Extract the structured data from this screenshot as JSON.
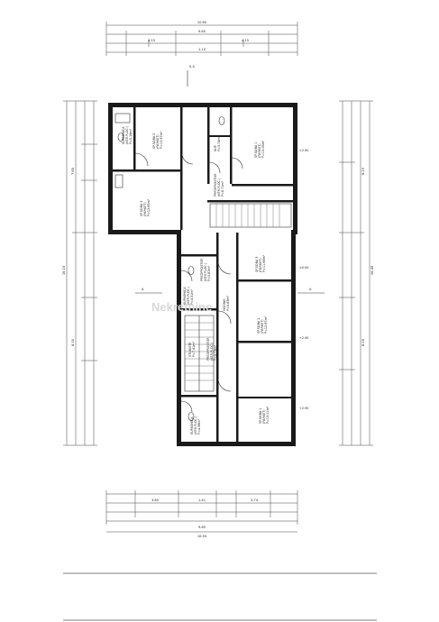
{
  "watermark": "Nekretnine",
  "section_marks": {
    "top": "S-S",
    "left": "A",
    "right": "A"
  },
  "top_dims": {
    "overall_a": "10.60",
    "overall_b": "9.65",
    "seg_a": "4.15",
    "seg_b": "4.15",
    "seg_c": "1.10"
  },
  "bottom_dims": {
    "overall_a": "9.65",
    "overall_b": "10.50",
    "seg_a": "3.80",
    "seg_b": "1.41",
    "seg_c": "3.74"
  },
  "side_dims": {
    "left_total": "16.15",
    "right_total": "16.45",
    "left_a": "7.85",
    "left_b": "8.30",
    "right_a": "8.20",
    "right_b": "8.25"
  },
  "rooms": [
    {
      "id": "bath-top-left",
      "lines": [
        "KUPAONICA",
        "(KER.PLOČ.)",
        "P=5.16m²"
      ]
    },
    {
      "id": "bedroom-2",
      "lines": [
        "SP.SOBA 2",
        "(PARKET)",
        "P=13.97m²"
      ]
    },
    {
      "id": "bedroom-1-top",
      "lines": [
        "SP.SOBA 1",
        "(PARKET)",
        "P=13.06m²"
      ]
    },
    {
      "id": "bath-small-top",
      "lines": [
        "KUP.",
        "P=3.74m²"
      ]
    },
    {
      "id": "bedroom-3-left",
      "lines": [
        "SP.SOBA 3",
        "(PARKET)",
        "P=13.85m²"
      ]
    },
    {
      "id": "hall-top",
      "lines": [
        "PREDPROSTOR",
        "(KER.PLOČ.)",
        "P=6.71m²"
      ]
    },
    {
      "id": "hall-mid",
      "lines": [
        "PREDPROSTOR",
        "(KER.PLOČ.)",
        "P=5.87m²"
      ]
    },
    {
      "id": "bedroom-3-right",
      "lines": [
        "SP.SOBA 3",
        "(PARKET)",
        "P=11.66m²"
      ]
    },
    {
      "id": "bath-mid",
      "lines": [
        "KUPAONICA",
        "(KER.PLOČ.)",
        "P=4.51m²"
      ]
    },
    {
      "id": "hall-lower",
      "lines": [
        "HODNIK",
        "P=5.85m²"
      ]
    },
    {
      "id": "bedroom-2-right",
      "lines": [
        "SP.SOBA 2",
        "(PARKET)",
        "P=12.87m²"
      ]
    },
    {
      "id": "stairs",
      "lines": [
        "STUBIŠTE",
        "P=7.41m²"
      ]
    },
    {
      "id": "hall-stair",
      "lines": [
        "PREDPROSTOR",
        "(KER.PLOČ.)",
        "P=4.73m²"
      ]
    },
    {
      "id": "bedroom-1-right",
      "lines": [
        "SP.SOBA 1",
        "(PARKET)",
        "P=13.01m²"
      ]
    },
    {
      "id": "bath-bottom",
      "lines": [
        "KUPAONICA",
        "(KER.PLOČ.)",
        "P=4.98m²"
      ]
    }
  ],
  "annotations": {
    "kota_1": "+2.90",
    "kota_2": "±0.00",
    "kota_3": "+2.90",
    "kota_4": "+2.90"
  }
}
